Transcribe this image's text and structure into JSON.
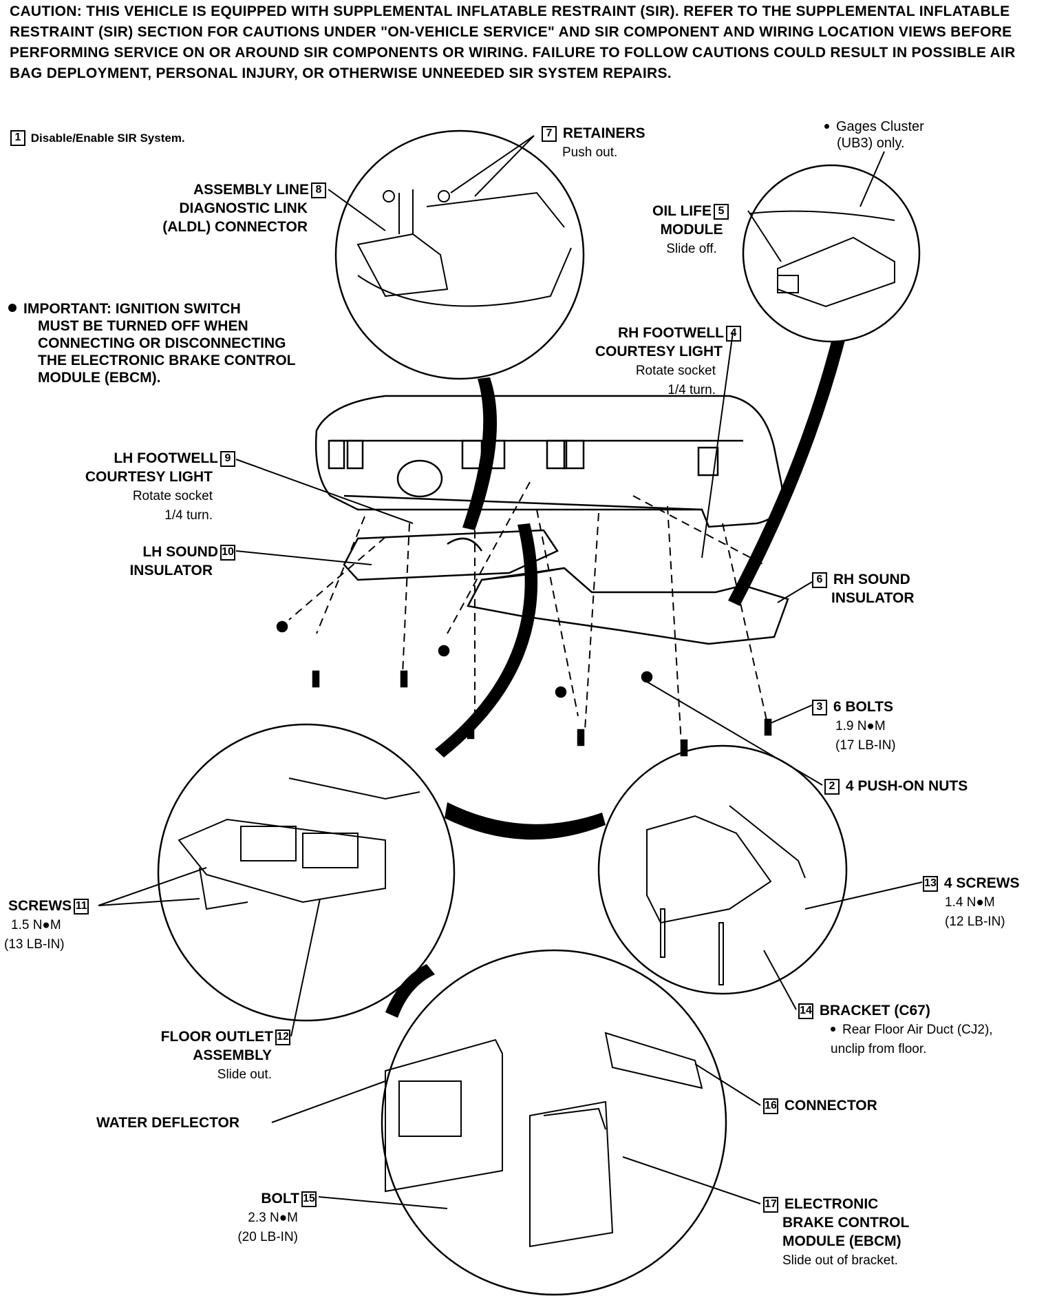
{
  "caution": "CAUTION: THIS VEHICLE IS EQUIPPED WITH SUPPLEMENTAL INFLATABLE RESTRAINT (SIR). REFER TO THE SUPPLEMENTAL INFLATABLE RESTRAINT (SIR) SECTION FOR CAUTIONS UNDER \"ON-VEHICLE SERVICE\" AND SIR COMPONENT AND WIRING LOCATION VIEWS BEFORE PERFORMING SERVICE ON OR AROUND SIR COMPONENTS OR WIRING. FAILURE TO FOLLOW CAUTIONS COULD RESULT IN POSSIBLE AIR BAG DEPLOYMENT, PERSONAL INJURY, OR OTHERWISE UNNEEDED SIR SYSTEM REPAIRS.",
  "important": [
    "IMPORTANT: IGNITION SWITCH",
    "MUST BE TURNED OFF WHEN",
    "CONNECTING OR DISCONNECTING",
    "THE ELECTRONIC BRAKE CONTROL",
    "MODULE (EBCM)."
  ],
  "gages_note": [
    "Gages Cluster",
    "(UB3) only."
  ],
  "callouts": {
    "c1": {
      "num": "1",
      "text": "Disable/Enable SIR System."
    },
    "c2": {
      "num": "2",
      "text": "4 PUSH-ON NUTS"
    },
    "c3": {
      "num": "3",
      "text": "6 BOLTS",
      "sub": [
        "1.9 N●M",
        "(17 LB-IN)"
      ]
    },
    "c4": {
      "num": "4",
      "lines": [
        "RH FOOTWELL",
        "COURTESY LIGHT"
      ],
      "sub": [
        "Rotate socket",
        "1/4  turn."
      ]
    },
    "c5": {
      "num": "5",
      "lines": [
        "OIL LIFE",
        "MODULE"
      ],
      "sub": [
        "Slide off."
      ]
    },
    "c6": {
      "num": "6",
      "lines": [
        "RH SOUND",
        "INSULATOR"
      ]
    },
    "c7": {
      "num": "7",
      "text": "RETAINERS",
      "sub": [
        "Push out."
      ]
    },
    "c8": {
      "num": "8",
      "lines": [
        "ASSEMBLY LINE",
        "DIAGNOSTIC LINK",
        "(ALDL) CONNECTOR"
      ]
    },
    "c9": {
      "num": "9",
      "lines": [
        "LH FOOTWELL",
        "COURTESY LIGHT"
      ],
      "sub": [
        "Rotate socket",
        "1/4  turn."
      ]
    },
    "c10": {
      "num": "10",
      "lines": [
        "LH SOUND",
        "INSULATOR"
      ]
    },
    "c11": {
      "num": "11",
      "text": "SCREWS",
      "sub": [
        "1.5 N●M",
        "(13 LB-IN)"
      ]
    },
    "c12": {
      "num": "12",
      "lines": [
        "FLOOR OUTLET",
        "ASSEMBLY"
      ],
      "sub": [
        "Slide out."
      ]
    },
    "c13": {
      "num": "13",
      "text": "4 SCREWS",
      "sub": [
        "1.4 N●M",
        "(12 LB-IN)"
      ]
    },
    "c14": {
      "num": "14",
      "text": "BRACKET (C67)",
      "sub": [
        "Rear Floor Air Duct (CJ2),",
        "unclip from floor."
      ]
    },
    "c15": {
      "num": "15",
      "text": "BOLT",
      "sub": [
        "2.3 N●M",
        "(20 LB-IN)"
      ]
    },
    "c16": {
      "num": "16",
      "text": "CONNECTOR"
    },
    "c17": {
      "num": "17",
      "lines": [
        "ELECTRONIC",
        "BRAKE CONTROL",
        "MODULE (EBCM)"
      ],
      "sub": [
        "Slide out of bracket."
      ]
    },
    "water": {
      "text": "WATER DEFLECTOR"
    }
  }
}
